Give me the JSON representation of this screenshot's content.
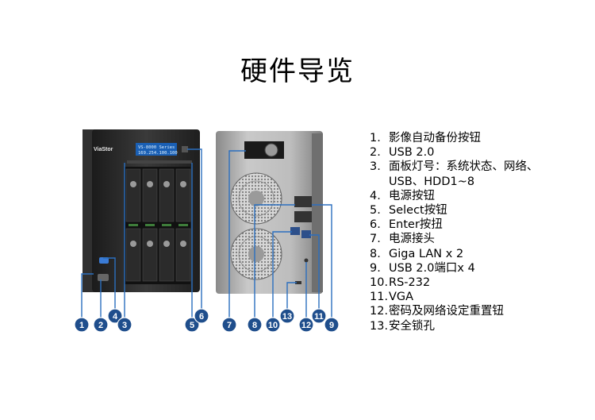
{
  "title": "硬件导览",
  "device": {
    "brand": "ViaStor",
    "lcd_line1": "VS-8000 Series",
    "lcd_line2": "169.254.100.100"
  },
  "legend": [
    {
      "num": "1.",
      "text": "影像自动备份按钮"
    },
    {
      "num": "2.",
      "text": "USB 2.0"
    },
    {
      "num": "3.",
      "text": "面板灯号：系统状态、网络、USB、HDD1~8"
    },
    {
      "num": "4.",
      "text": "电源按钮"
    },
    {
      "num": "5.",
      "text": "Select按钮"
    },
    {
      "num": "6.",
      "text": "Enter按扭"
    },
    {
      "num": "7.",
      "text": "电源接头"
    },
    {
      "num": "8.",
      "text": "Giga LAN x 2"
    },
    {
      "num": "9.",
      "text": "USB 2.0端口x 4"
    },
    {
      "num": "10.",
      "text": "RS-232"
    },
    {
      "num": "11.",
      "text": "VGA"
    },
    {
      "num": "12.",
      "text": "密码及网络设定重置钮"
    },
    {
      "num": "13.",
      "text": "安全锁孔"
    }
  ],
  "badges": [
    "1",
    "2",
    "4",
    "3",
    "5",
    "6",
    "7",
    "8",
    "10",
    "13",
    "12",
    "11",
    "9"
  ],
  "colors": {
    "badge": "#1f4e8c",
    "leader": "#2b6fbf",
    "lcd": "#1a5fb4"
  }
}
